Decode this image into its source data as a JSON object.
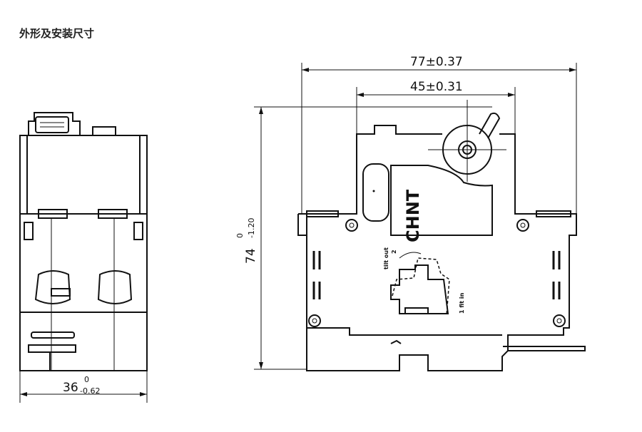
{
  "title": "外形及安装尺寸",
  "front_view": {
    "width_dim": {
      "nominal": "36",
      "upper_tol": "0",
      "lower_tol": "-0.62"
    }
  },
  "side_view": {
    "overall_width_dim": "77±0.37",
    "rail_width_dim": "45±0.31",
    "height_dim": {
      "nominal": "74",
      "upper_tol": "0",
      "lower_tol": "-1.20"
    },
    "brand_logo": "CHNT",
    "label_tilt_out": "tilt out",
    "label_step2": "2",
    "label_fit_in": "1 fit in"
  }
}
